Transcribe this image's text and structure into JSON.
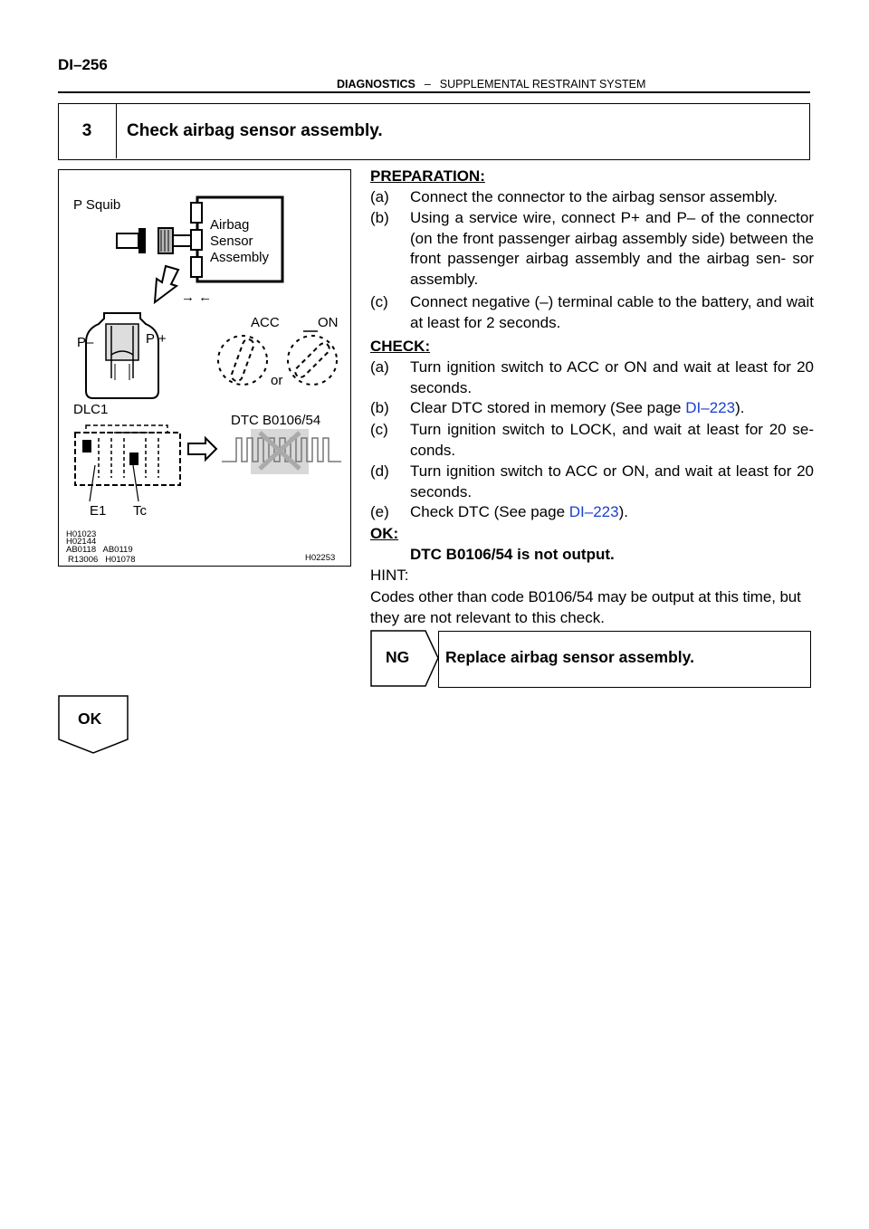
{
  "header": {
    "page_number": "DI–256",
    "section": "DIAGNOSTICS",
    "separator": "–",
    "subsection": "SUPPLEMENTAL RESTRAINT SYSTEM"
  },
  "step": {
    "number": "3",
    "title": "Check airbag sensor assembly."
  },
  "figure": {
    "labels": {
      "p_squib": "P Squib",
      "airbag": "Airbag",
      "sensor": "Sensor",
      "assembly": "Assembly",
      "arrows": "→ ←",
      "acc": "ACC",
      "on": "ON",
      "p_minus": "P–",
      "p_plus": "P +",
      "or": "or",
      "dlc1": "DLC1",
      "dtc": "DTC B0106/54",
      "e1": "E1",
      "tc": "Tc"
    },
    "codes": {
      "line1": "H01023",
      "line2": "H02144",
      "line3": "AB0118   AB0119",
      "line4": "R13006   H01078",
      "right": "H02253"
    }
  },
  "preparation": {
    "heading": "PREPARATION:",
    "items": [
      {
        "key": "(a)",
        "text": "Connect the connector to the airbag sensor assembly."
      },
      {
        "key": "(b)",
        "text": "Using a service wire, connect P+ and P– of the connector (on the front passenger airbag assembly side) between the front passenger airbag assembly and the airbag sen- sor assembly."
      },
      {
        "key": "(c)",
        "text": "Connect negative (–) terminal cable to the battery, and wait at least for 2 seconds."
      }
    ]
  },
  "check": {
    "heading": "CHECK:",
    "items": [
      {
        "key": "(a)",
        "text": "Turn ignition switch to ACC or ON and wait at least for 20 seconds."
      },
      {
        "key": "(b)",
        "text_before": "Clear DTC stored in memory (See page ",
        "link": "DI–223",
        "text_after": ")."
      },
      {
        "key": "(c)",
        "text": "Turn ignition switch to LOCK, and wait at least for 20 se- conds."
      },
      {
        "key": "(d)",
        "text": "Turn ignition switch to ACC or ON, and wait at least for 20 seconds."
      },
      {
        "key": "(e)",
        "text_before": "Check DTC (See page ",
        "link": "DI–223",
        "text_after": ")."
      }
    ]
  },
  "ok": {
    "heading": "OK:",
    "result": "DTC B0106/54 is not output."
  },
  "hint": {
    "heading": "HINT:",
    "line1": "Codes other than code B0106/54 may be output at this time, but",
    "line2": "they are not relevant to this check."
  },
  "ng": {
    "label": "NG",
    "action": "Replace airbag sensor assembly."
  },
  "ok_flow": {
    "label": "OK"
  }
}
